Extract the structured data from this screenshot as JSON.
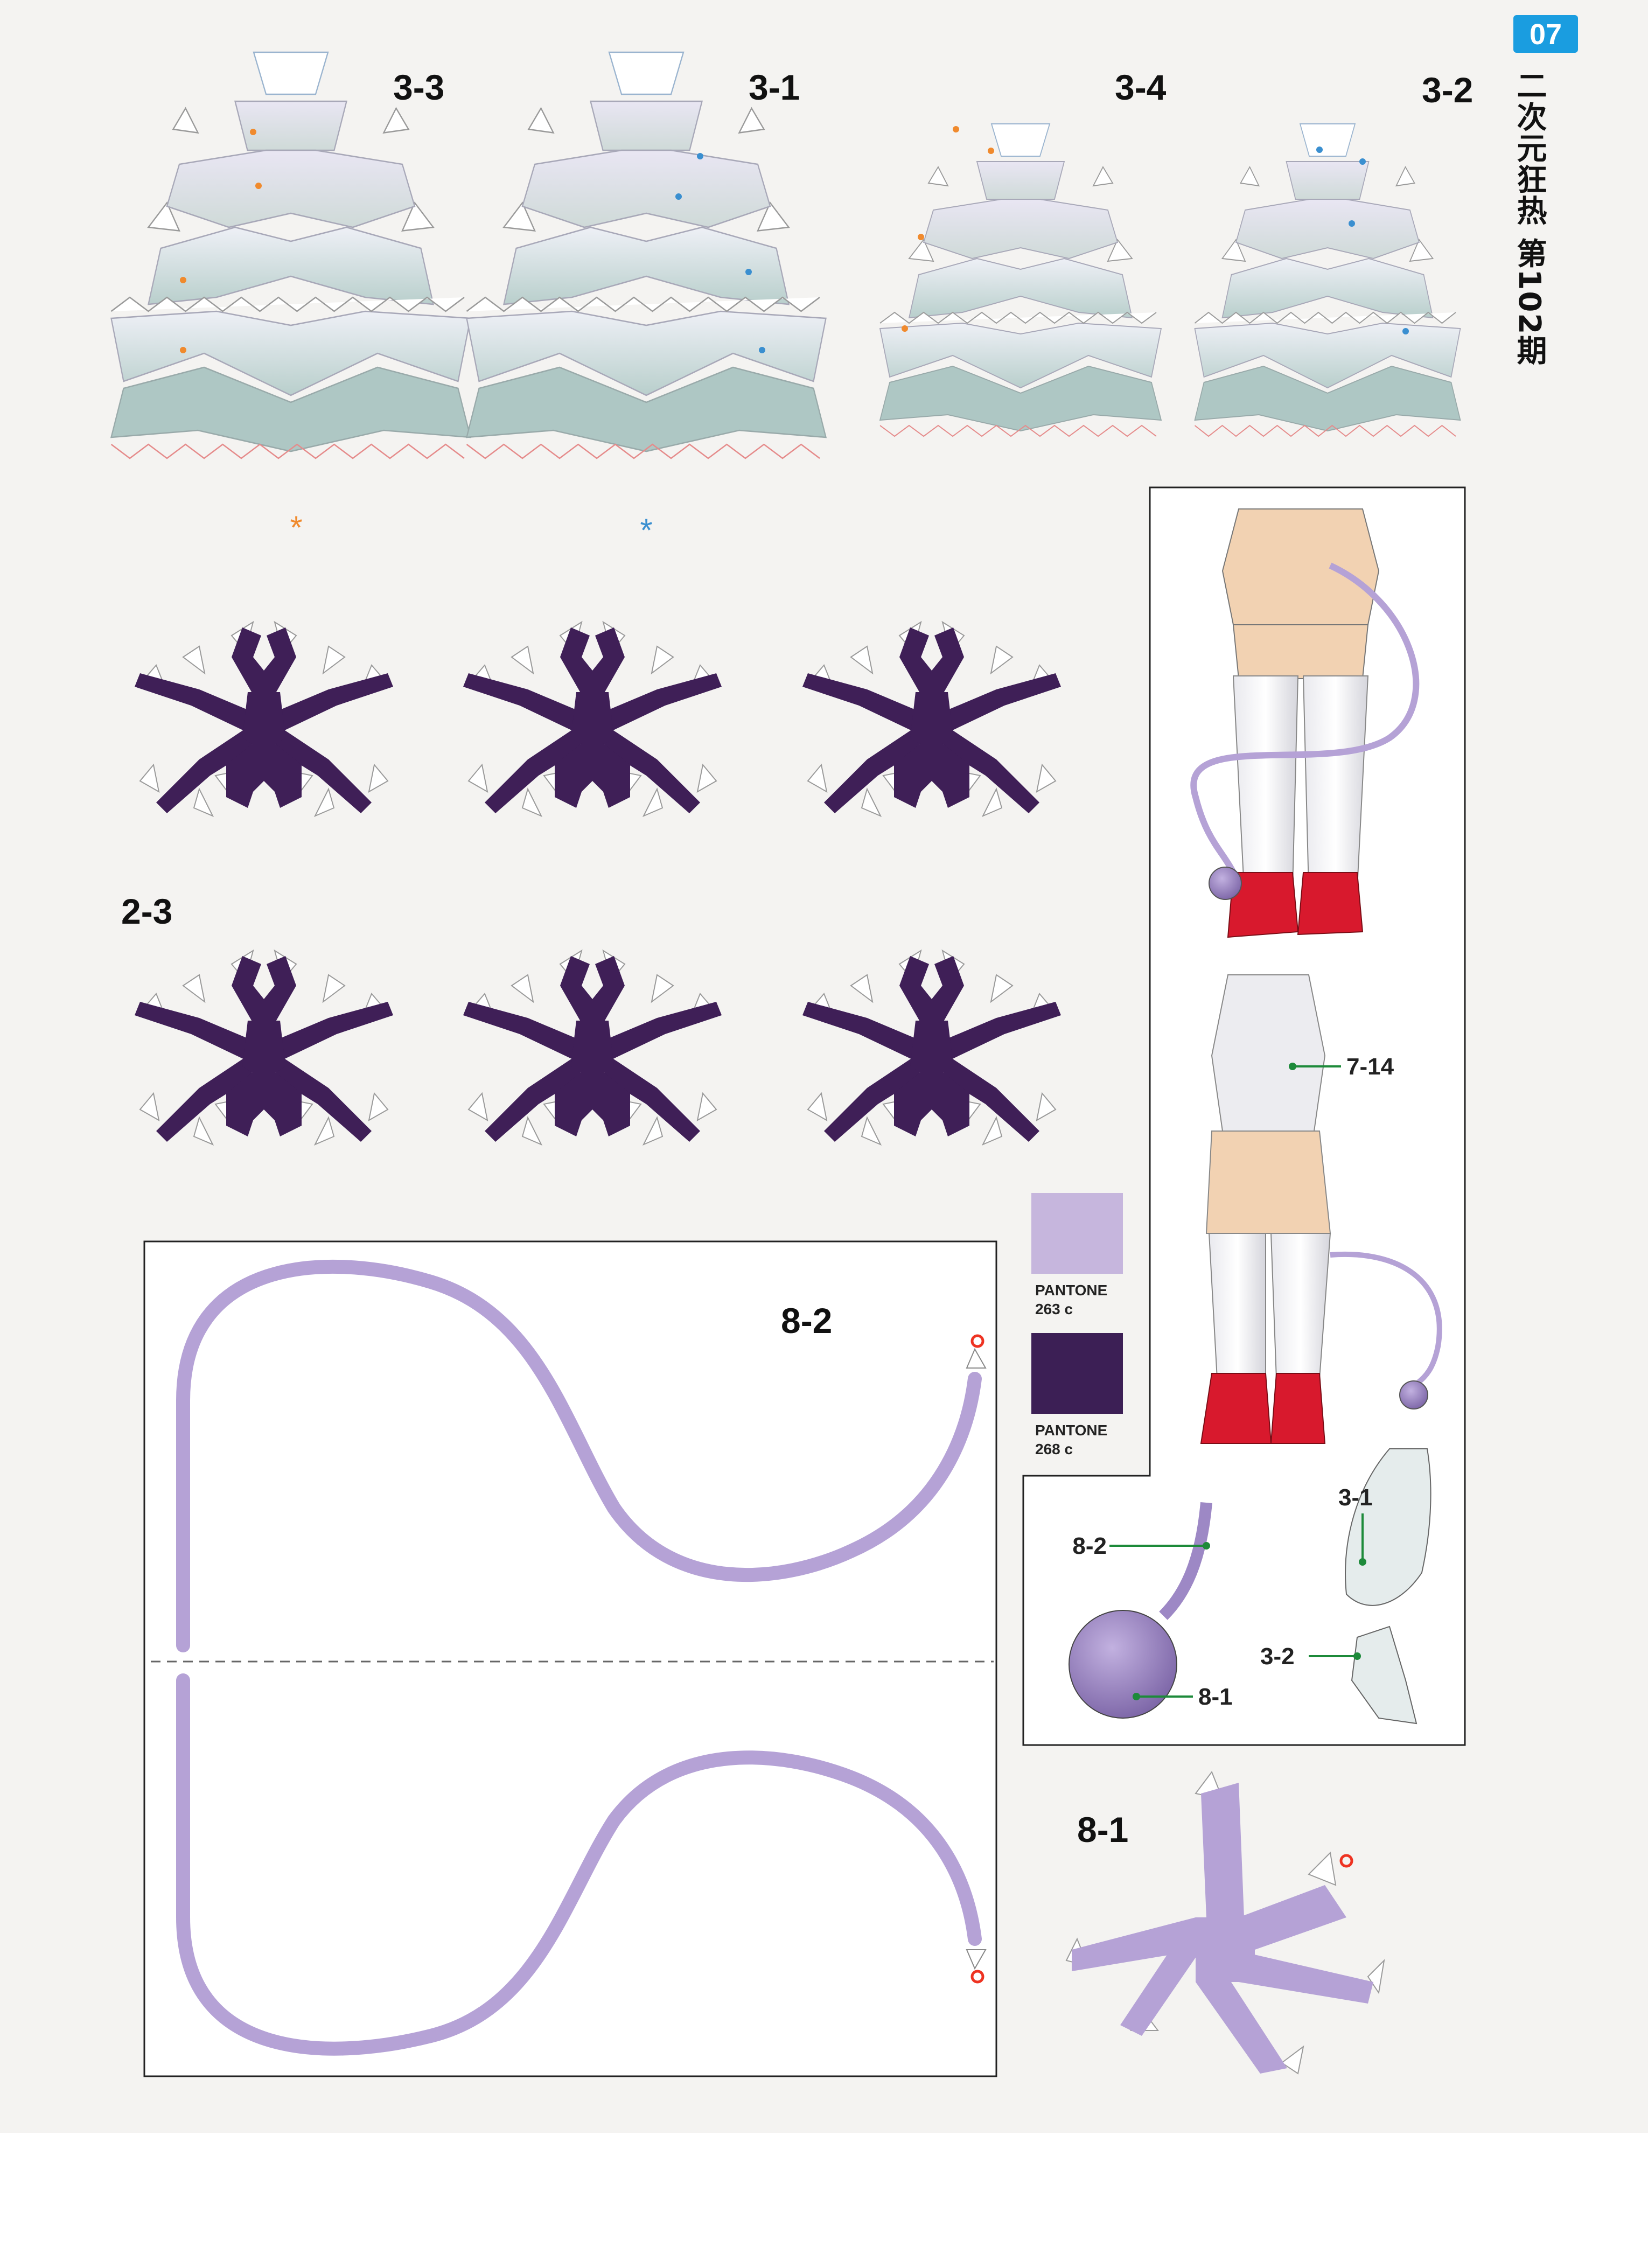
{
  "header": {
    "page_number": "07",
    "vertical_title": "二次元狂热 第102期",
    "badge_color": "#1a9de0"
  },
  "parts": {
    "p33": "3-3",
    "p31": "3-1",
    "p34": "3-4",
    "p32": "3-2",
    "p23": "2-3",
    "p82": "8-2",
    "p81": "8-1"
  },
  "swatches": [
    {
      "brand": "PANTONE",
      "code": "263 c",
      "color": "#c6b6dd"
    },
    {
      "brand": "PANTONE",
      "code": "268 c",
      "color": "#3c1f55"
    }
  ],
  "callouts": {
    "model_label": "7-14",
    "detail": [
      "8-2",
      "8-1",
      "3-1",
      "3-2"
    ]
  },
  "colors": {
    "dark_purple": "#3f1f57",
    "light_purple": "#b5a2d6",
    "skirt_light": "#e3e3ef",
    "skirt_teal": "#a9c3c0",
    "skin": "#f2d2b2",
    "shoe_red": "#d8192d",
    "orange_dot": "#f08a2d",
    "blue_dot": "#3a8fd0"
  }
}
